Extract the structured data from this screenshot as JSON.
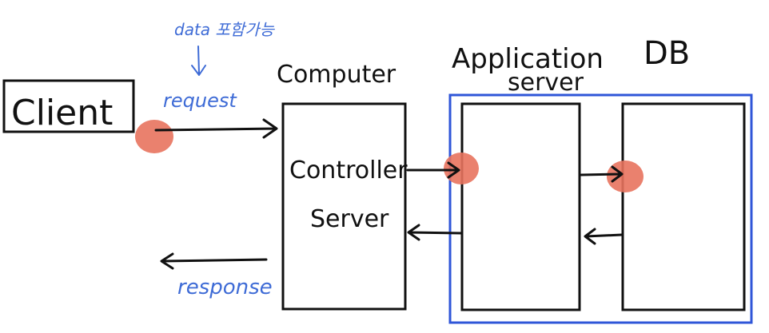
{
  "diagram": {
    "labels": {
      "client": "Client",
      "computer": "Computer",
      "controller_line1": "Controller",
      "controller_line2": "Server",
      "application_line1": "Application",
      "application_line2": "server",
      "db": "DB"
    },
    "annotations": {
      "data_note": "data 포함가능",
      "request": "request",
      "response": "response"
    },
    "colors": {
      "ink": "#111111",
      "annotation_blue": "#3e6bd6",
      "highlight_box": "#2f56d8",
      "marker": "#e8735e"
    }
  }
}
